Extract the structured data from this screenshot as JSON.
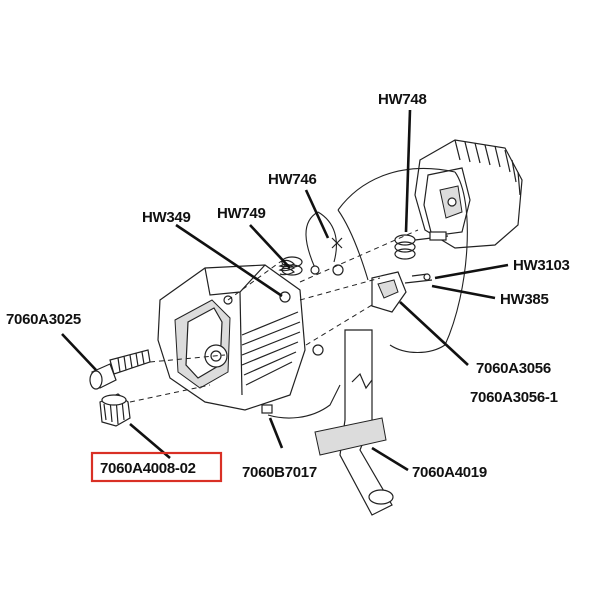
{
  "labels": {
    "hw748": "HW748",
    "hw746": "HW746",
    "hw349": "HW349",
    "hw749": "HW749",
    "hw3103": "HW3103",
    "hw385": "HW385",
    "p7060a3025": "7060A3025",
    "p7060a3056": "7060A3056",
    "p7060a3056_1": "7060A3056-1",
    "p7060a4008_02": "7060A4008-02",
    "p7060b7017": "7060B7017",
    "p7060a4019": "7060A4019"
  },
  "colors": {
    "highlight_box": "#d93025",
    "line": "#111111"
  }
}
